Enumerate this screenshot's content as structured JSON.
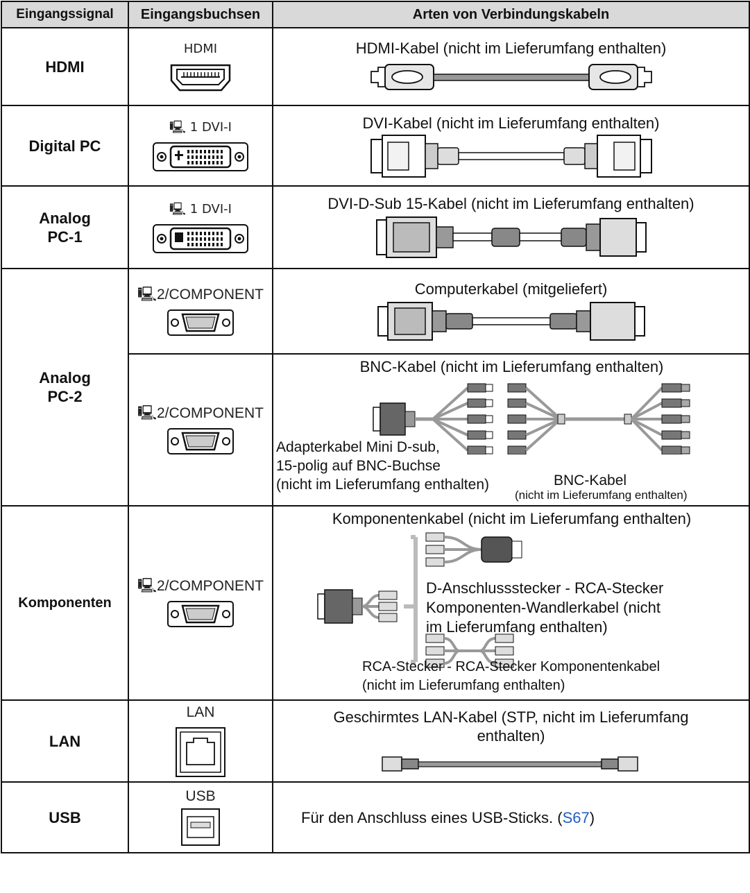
{
  "headers": {
    "signal": "Eingangssignal",
    "jacks": "Eingangsbuchsen",
    "cables": "Arten von Verbindungskabeln"
  },
  "rows": {
    "hdmi": {
      "signal": "HDMI",
      "jack_label": "HDMI",
      "cable": "HDMI-Kabel (nicht im Lieferumfang enthalten)"
    },
    "digital_pc": {
      "signal": "Digital PC",
      "jack_label": "1 DVI-I",
      "cable": "DVI-Kabel (nicht im Lieferumfang enthalten)"
    },
    "analog_pc1": {
      "signal_line1": "Analog",
      "signal_line2": "PC-1",
      "jack_label": "1 DVI-I",
      "cable": "DVI-D-Sub 15-Kabel (nicht im Lieferumfang enthalten)"
    },
    "analog_pc2": {
      "signal_line1": "Analog",
      "signal_line2": "PC-2",
      "jack_label_a": "2/COMPONENT",
      "cable_a": "Computerkabel (mitgeliefert)",
      "jack_label_b": "2/COMPONENT",
      "cable_b": "BNC-Kabel (nicht im Lieferumfang enthalten)",
      "adapter_line1": "Adapterkabel Mini D-sub,",
      "adapter_line2": "15-polig auf BNC-Buchse",
      "adapter_line3": "(nicht im Lieferumfang enthalten)",
      "bnc_label": "BNC-Kabel",
      "bnc_note": "(nicht im Lieferumfang enthalten)"
    },
    "komponenten": {
      "signal": "Komponenten",
      "jack_label": "2/COMPONENT",
      "cable": "Komponentenkabel (nicht im Lieferumfang enthalten)",
      "dconv_line1": "D-Anschlussstecker - RCA-Stecker",
      "dconv_line2": "Komponenten-Wandlerkabel (nicht",
      "dconv_line3": "im Lieferumfang enthalten)",
      "rca_line1": "RCA-Stecker - RCA-Stecker Komponentenkabel",
      "rca_line2": "(nicht im Lieferumfang enthalten)"
    },
    "lan": {
      "signal": "LAN",
      "jack_label": "LAN",
      "cable_line1": "Geschirmtes LAN-Kabel (STP, nicht im Lieferumfang",
      "cable_line2": "enthalten)"
    },
    "usb": {
      "signal": "USB",
      "jack_label": "USB",
      "note_text": "Für den Anschluss eines USB-Sticks. (",
      "note_link": "S67",
      "note_end": ")"
    }
  },
  "colors": {
    "header_bg": "#d9d9d9",
    "link": "#1f5fbf",
    "border": "#111111"
  }
}
